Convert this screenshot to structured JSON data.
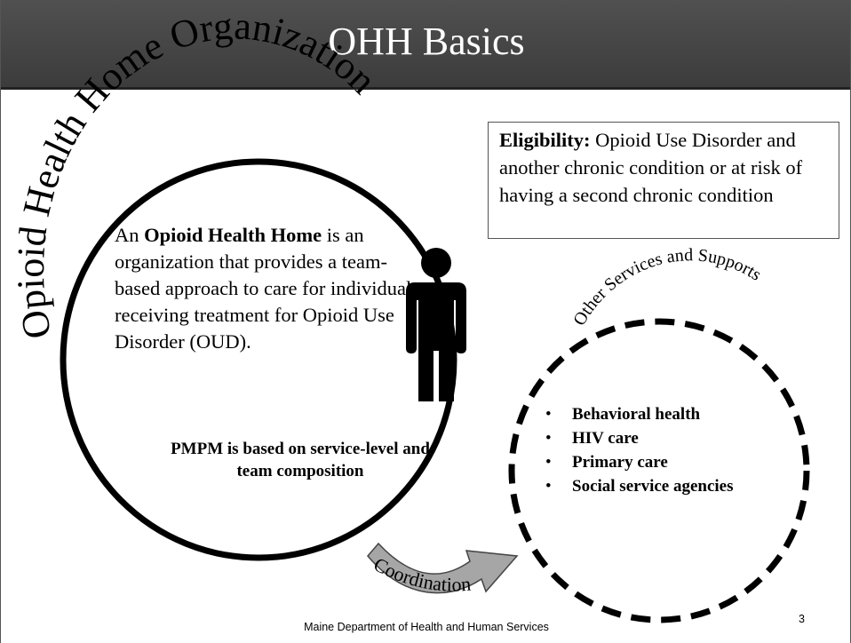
{
  "title": "OHH Basics",
  "arc_label": "Opioid Health Home Organization",
  "eligibility": {
    "label": "Eligibility:",
    "text": " Opioid Use Disorder and another chronic condition or at risk of having a second chronic condition"
  },
  "definition": {
    "prefix": "An ",
    "bold": "Opioid Health Home",
    "rest": " is an organization that provides a team-based approach to care for individuals receiving treatment for Opioid Use Disorder (OUD)."
  },
  "pmpm_text": "PMPM is based on service-level and team composition",
  "services_label": "Other Services and Supports",
  "services": [
    "Behavioral health",
    "HIV care",
    "Primary care",
    "Social service agencies"
  ],
  "bullet_char": "•",
  "coordination_label": "Coordination",
  "footer": "Maine Department of Health and Human Services",
  "page_number": "3",
  "icons": {
    "person": "person-icon",
    "arrow": "curved-arrow-icon"
  },
  "colors": {
    "title_bar": "#474747",
    "arrow_fill": "#a6a6a6"
  }
}
